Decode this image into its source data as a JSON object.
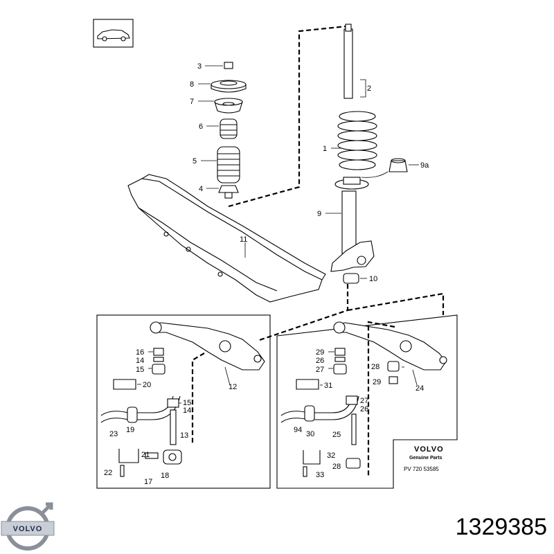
{
  "part_number": "1329385",
  "brand": {
    "logo_text": "VOLVO",
    "box_title": "VOLVO",
    "box_subtitle": "Genuine Parts",
    "box_code": "PV 720  53585"
  },
  "callouts": {
    "c1": "1",
    "c2": "2",
    "c3": "3",
    "c4": "4",
    "c5": "5",
    "c6": "6",
    "c7": "7",
    "c8": "8",
    "c9": "9",
    "c9a": "9a",
    "c10": "10",
    "c11": "11",
    "l12": "12",
    "l13": "13",
    "l14a": "14",
    "l14b": "14",
    "l15a": "15",
    "l15b": "15",
    "l16": "16",
    "l17": "17",
    "l18": "18",
    "l19": "19",
    "l20": "20",
    "l21": "21",
    "l22": "22",
    "l23": "23",
    "r24": "24",
    "r25": "25",
    "r26a": "26",
    "r26b": "26",
    "r27a": "27",
    "r27b": "27",
    "r28a": "28",
    "r28b": "28",
    "r29a": "29",
    "r29b": "29",
    "r30": "30",
    "r31": "31",
    "r32": "32",
    "r33": "33",
    "r94": "94"
  },
  "colors": {
    "line": "#000000",
    "logo_ring": "#8a8f99",
    "logo_band": "#c9ced6",
    "logo_text": "#1c2c4c"
  },
  "icons": [
    "car-thumbnail-icon",
    "volvo-logo-icon"
  ]
}
